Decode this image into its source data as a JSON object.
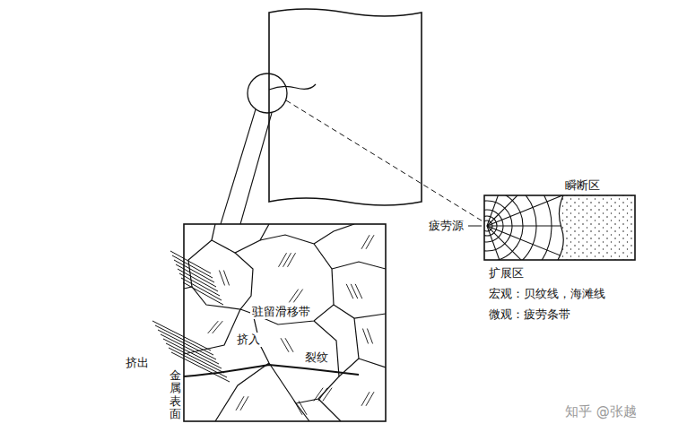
{
  "diagram": {
    "labels": [
      "瞬断区",
      "疲劳源",
      "扩展区",
      "宏观：贝纹线，海滩线",
      "微观：疲劳条带",
      "驻留滑移带",
      "挤入",
      "挤出",
      "裂纹",
      "金属表面",
      "知乎 @张越"
    ]
  }
}
